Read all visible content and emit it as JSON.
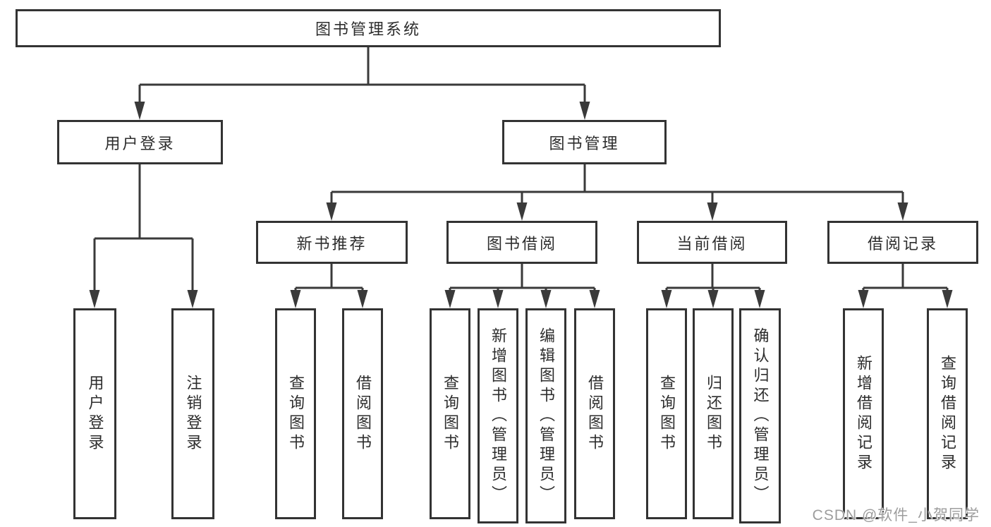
{
  "diagram": {
    "title": "图书管理系统",
    "watermark": "CSDN @软件_小贺同学",
    "colors": {
      "line": "#3a3a3a",
      "box_border": "#333333",
      "text": "#2d2d2d",
      "watermark": "#9d9d9d",
      "background": "#ffffff"
    },
    "nodes": {
      "root": "图书管理系统",
      "user_login": "用户登录",
      "book_mgmt": "图书管理",
      "new_book": "新书推荐",
      "book_borrow": "图书借阅",
      "current_borrow": "当前借阅",
      "borrow_record": "借阅记录",
      "leaf_user_login": "用户登录",
      "leaf_logout": "注销登录",
      "leaf_nb_query": "查询图书",
      "leaf_nb_borrow": "借阅图书",
      "leaf_bb_query": "查询图书",
      "leaf_bb_add": "新增图书（管理员）",
      "leaf_bb_edit": "编辑图书（管理员）",
      "leaf_bb_borrow": "借阅图书",
      "leaf_cb_query": "查询图书",
      "leaf_cb_return": "归还图书",
      "leaf_cb_confirm": "确认归还（管理员）",
      "leaf_br_add": "新增借阅记录",
      "leaf_br_query": "查询借阅记录"
    },
    "structure": {
      "图书管理系统": {
        "用户登录": [
          "用户登录",
          "注销登录"
        ],
        "图书管理": {
          "新书推荐": [
            "查询图书",
            "借阅图书"
          ],
          "图书借阅": [
            "查询图书",
            "新增图书（管理员）",
            "编辑图书（管理员）",
            "借阅图书"
          ],
          "当前借阅": [
            "查询图书",
            "归还图书",
            "确认归还（管理员）"
          ],
          "借阅记录": [
            "新增借阅记录",
            "查询借阅记录"
          ]
        }
      }
    }
  }
}
